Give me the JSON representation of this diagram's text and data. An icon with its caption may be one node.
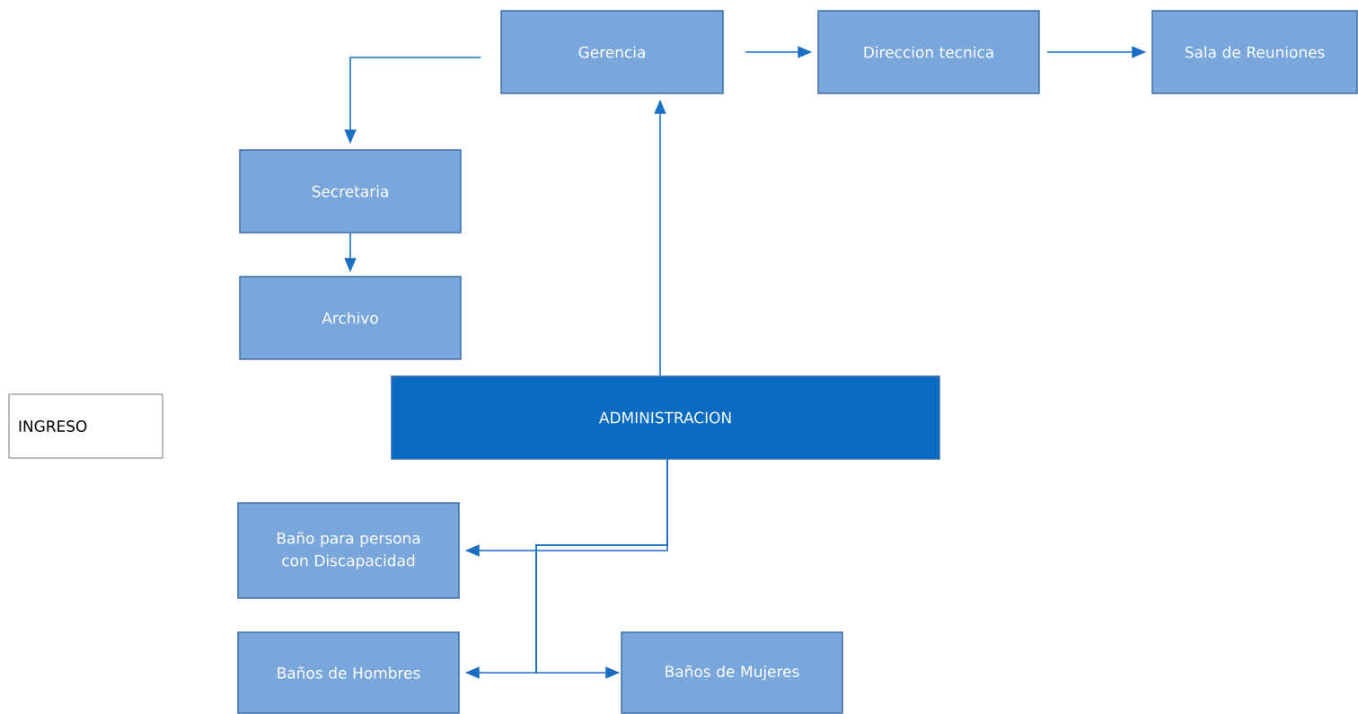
{
  "diagram": {
    "nodes": [
      {
        "text": [
          "Gerencia"
        ]
      },
      {
        "text": [
          "Direccion tecnica"
        ]
      },
      {
        "text": [
          "Sala de Reuniones"
        ]
      },
      {
        "text": [
          "Secretaria"
        ]
      },
      {
        "text": [
          "Archivo"
        ]
      },
      {
        "text": [
          "INGRESO"
        ]
      },
      {
        "text": [
          "ADMINISTRACION"
        ]
      },
      {
        "text": [
          "Baño para persona con Discapacidad"
        ]
      },
      {
        "text": [
          "Baños de Hombres"
        ]
      },
      {
        "text": [
          "Baños de Mujeres"
        ]
      }
    ],
    "edges": [
      {
        "from": 0,
        "to": 3,
        "arrow": "to"
      },
      {
        "from": 0,
        "to": 1,
        "arrow": "to"
      },
      {
        "from": 1,
        "to": 2,
        "arrow": "to"
      },
      {
        "from": 3,
        "to": 4,
        "arrow": "to"
      },
      {
        "from": 6,
        "to": 0,
        "arrow": "to"
      },
      {
        "from": 6,
        "to": 7,
        "arrow": "to"
      },
      {
        "from": 6,
        "to": 8,
        "arrow": "to"
      },
      {
        "from": 6,
        "to": 9,
        "arrow": "to"
      }
    ]
  }
}
